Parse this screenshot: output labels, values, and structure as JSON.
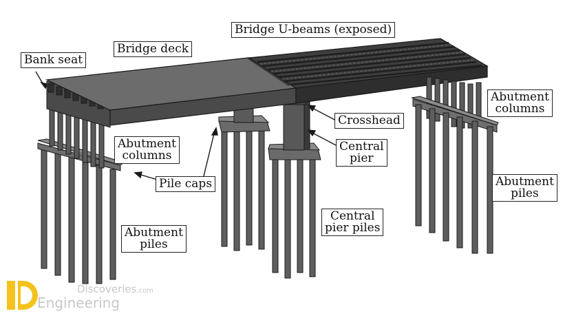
{
  "labels": {
    "bank_seat": "Bank seat",
    "bridge_deck": "Bridge deck",
    "u_beams": "Bridge U-beams (exposed)",
    "abutment_columns_left": [
      "Abutment",
      "columns"
    ],
    "abutment_columns_right": [
      "Abutment",
      "columns"
    ],
    "pile_caps": "Pile caps",
    "crosshead": "Crosshead",
    "central_pier": [
      "Central",
      "pier"
    ],
    "central_pier_piles": [
      "Central",
      "pier piles"
    ],
    "abutment_piles_left": [
      "Abutment",
      "piles"
    ],
    "abutment_piles_right": [
      "Abutment",
      "piles"
    ]
  },
  "watermark": {
    "line1": "Discoveries",
    "suffix": ".com",
    "line2": "Engineering",
    "logo_color": "#f4c21c",
    "text_color": "#c8c8c8"
  },
  "colors": {
    "structure_fill": "#5a5a5a",
    "structure_dark": "#3c3c3c",
    "structure_light": "#7a7a7a",
    "outline": "#1a1a1a"
  }
}
